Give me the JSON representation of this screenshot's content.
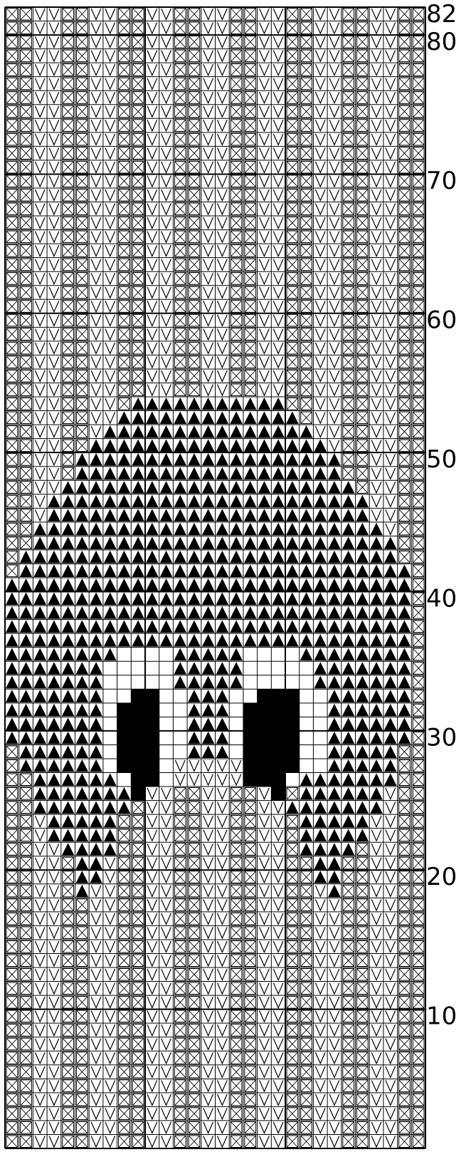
{
  "chart_data": {
    "type": "heatmap",
    "title": "",
    "columns": 30,
    "rows": 82,
    "row_labels": [
      {
        "row": 82,
        "text": "82"
      },
      {
        "row": 80,
        "text": "80"
      },
      {
        "row": 70,
        "text": "70"
      },
      {
        "row": 60,
        "text": "60"
      },
      {
        "row": 50,
        "text": "50"
      },
      {
        "row": 40,
        "text": "40"
      },
      {
        "row": 30,
        "text": "30"
      },
      {
        "row": 20,
        "text": "20"
      },
      {
        "row": 10,
        "text": "10"
      }
    ],
    "symbol_legend": {
      "x": "background (boxed cross)",
      "v": "background (V stitch)",
      "t": "dark shape (black triangle)",
      "w": "white (empty cell)",
      "b": "solid black"
    },
    "background_pattern": "columns alternate in pairs: cross, cross, V, V",
    "shape_rows": [
      {
        "row": 54,
        "t": [
          [
            10,
            20
          ]
        ]
      },
      {
        "row": 53,
        "t": [
          [
            9,
            21
          ]
        ]
      },
      {
        "row": 52,
        "t": [
          [
            8,
            22
          ]
        ]
      },
      {
        "row": 51,
        "t": [
          [
            7,
            23
          ]
        ]
      },
      {
        "row": 50,
        "t": [
          [
            6,
            24
          ]
        ]
      },
      {
        "row": 49,
        "t": [
          [
            6,
            24
          ]
        ]
      },
      {
        "row": 48,
        "t": [
          [
            5,
            25
          ]
        ]
      },
      {
        "row": 47,
        "t": [
          [
            4,
            26
          ]
        ]
      },
      {
        "row": 46,
        "t": [
          [
            4,
            26
          ]
        ]
      },
      {
        "row": 45,
        "t": [
          [
            3,
            27
          ]
        ]
      },
      {
        "row": 44,
        "t": [
          [
            3,
            28
          ]
        ]
      },
      {
        "row": 43,
        "t": [
          [
            2,
            28
          ]
        ]
      },
      {
        "row": 42,
        "t": [
          [
            2,
            29
          ]
        ]
      },
      {
        "row": 41,
        "t": [
          [
            1,
            29
          ]
        ]
      },
      {
        "row": 40,
        "t": [
          [
            1,
            29
          ]
        ]
      },
      {
        "row": 39,
        "t": [
          [
            1,
            29
          ]
        ]
      },
      {
        "row": 38,
        "t": [
          [
            1,
            29
          ]
        ]
      },
      {
        "row": 37,
        "t": [
          [
            1,
            29
          ]
        ]
      },
      {
        "row": 36,
        "t": [
          [
            1,
            8
          ],
          [
            13,
            17
          ],
          [
            22,
            29
          ]
        ],
        "w": [
          [
            9,
            12
          ],
          [
            18,
            21
          ]
        ]
      },
      {
        "row": 35,
        "t": [
          [
            1,
            7
          ],
          [
            13,
            17
          ],
          [
            23,
            29
          ]
        ],
        "w": [
          [
            8,
            12
          ],
          [
            18,
            22
          ]
        ]
      },
      {
        "row": 34,
        "t": [
          [
            1,
            7
          ],
          [
            13,
            17
          ],
          [
            23,
            29
          ]
        ],
        "w": [
          [
            8,
            12
          ],
          [
            18,
            22
          ]
        ]
      },
      {
        "row": 33,
        "t": [
          [
            1,
            7
          ],
          [
            14,
            16
          ],
          [
            24,
            29
          ]
        ],
        "w": [
          [
            8,
            9
          ],
          [
            12,
            13
          ],
          [
            17,
            18
          ],
          [
            22,
            23
          ]
        ],
        "b": [
          [
            10,
            11
          ],
          [
            19,
            21
          ]
        ]
      },
      {
        "row": 32,
        "t": [
          [
            1,
            7
          ],
          [
            14,
            16
          ],
          [
            24,
            29
          ]
        ],
        "w": [
          [
            8,
            8
          ],
          [
            12,
            13
          ],
          [
            17,
            17
          ],
          [
            22,
            23
          ]
        ],
        "b": [
          [
            9,
            11
          ],
          [
            18,
            21
          ]
        ]
      },
      {
        "row": 31,
        "t": [
          [
            1,
            7
          ],
          [
            14,
            16
          ],
          [
            24,
            29
          ]
        ],
        "w": [
          [
            8,
            8
          ],
          [
            12,
            13
          ],
          [
            17,
            17
          ],
          [
            22,
            23
          ]
        ],
        "b": [
          [
            9,
            11
          ],
          [
            18,
            21
          ]
        ]
      },
      {
        "row": 30,
        "t": [
          [
            1,
            7
          ],
          [
            14,
            16
          ],
          [
            24,
            29
          ]
        ],
        "w": [
          [
            8,
            8
          ],
          [
            12,
            13
          ],
          [
            17,
            17
          ],
          [
            22,
            23
          ]
        ],
        "b": [
          [
            9,
            11
          ],
          [
            18,
            21
          ]
        ]
      },
      {
        "row": 29,
        "t": [
          [
            2,
            7
          ],
          [
            14,
            16
          ],
          [
            24,
            28
          ]
        ],
        "w": [
          [
            8,
            8
          ],
          [
            12,
            13
          ],
          [
            17,
            17
          ],
          [
            22,
            23
          ]
        ],
        "b": [
          [
            9,
            11
          ],
          [
            18,
            21
          ]
        ]
      },
      {
        "row": 28,
        "t": [
          [
            2,
            7
          ],
          [
            24,
            28
          ]
        ],
        "w": [
          [
            8,
            8
          ],
          [
            12,
            12
          ],
          [
            22,
            23
          ]
        ],
        "b": [
          [
            9,
            11
          ],
          [
            18,
            21
          ]
        ],
        "v": [
          [
            13,
            17
          ]
        ]
      },
      {
        "row": 27,
        "t": [
          [
            3,
            8
          ],
          [
            22,
            28
          ]
        ],
        "w": [
          [
            9,
            9
          ],
          [
            12,
            12
          ],
          [
            21,
            21
          ]
        ],
        "b": [
          [
            10,
            11
          ],
          [
            18,
            20
          ]
        ],
        "v": [
          [
            13,
            17
          ]
        ]
      },
      {
        "row": 26,
        "t": [
          [
            3,
            9
          ],
          [
            22,
            27
          ]
        ],
        "b": [
          [
            10,
            10
          ],
          [
            20,
            20
          ]
        ]
      },
      {
        "row": 25,
        "t": [
          [
            3,
            9
          ],
          [
            21,
            27
          ]
        ]
      },
      {
        "row": 24,
        "t": [
          [
            4,
            8
          ],
          [
            22,
            26
          ]
        ]
      },
      {
        "row": 23,
        "t": [
          [
            4,
            8
          ],
          [
            22,
            26
          ]
        ]
      },
      {
        "row": 22,
        "t": [
          [
            5,
            8
          ],
          [
            22,
            25
          ]
        ]
      },
      {
        "row": 21,
        "t": [
          [
            6,
            7
          ],
          [
            23,
            24
          ]
        ]
      },
      {
        "row": 20,
        "t": [
          [
            6,
            7
          ],
          [
            23,
            24
          ]
        ]
      },
      {
        "row": 19,
        "t": [
          [
            6,
            6
          ],
          [
            24,
            24
          ]
        ]
      }
    ]
  }
}
